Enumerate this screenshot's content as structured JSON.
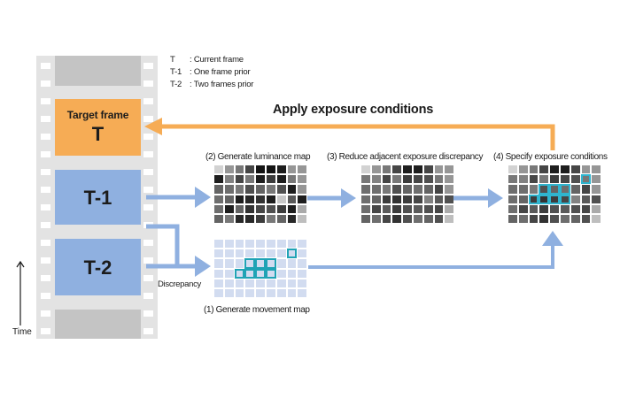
{
  "legend": [
    {
      "key": "T",
      "desc": ": Current frame"
    },
    {
      "key": "T-1",
      "desc": ": One frame prior"
    },
    {
      "key": "T-2",
      "desc": ": Two frames prior"
    }
  ],
  "film": {
    "frames": [
      {
        "id": "prev-gray",
        "label": "",
        "sublabel": "",
        "color": "#c4c4c4"
      },
      {
        "id": "target",
        "sublabel": "Target frame",
        "label": "T",
        "color": "#f6ac55"
      },
      {
        "id": "t-minus-1",
        "sublabel": "",
        "label": "T-1",
        "color": "#8fb0e0"
      },
      {
        "id": "t-minus-2",
        "sublabel": "",
        "label": "T-2",
        "color": "#8fb0e0"
      },
      {
        "id": "next-gray",
        "label": "",
        "sublabel": "",
        "color": "#c4c4c4"
      }
    ]
  },
  "time_label": "Time",
  "discrepancy_label": "Discrepancy",
  "apply_label": "Apply exposure conditions",
  "steps": {
    "luminance": "(2) Generate luminance map",
    "reduce": "(3) Reduce adjacent exposure discrepancy",
    "specify": "(4) Specify exposure conditions",
    "movement": "(1) Generate movement map"
  },
  "colors": {
    "orange_arrow": "#f6ac55",
    "blue_arrow": "#8fb0e0",
    "highlight": "#2fb5cf",
    "movement_cell": "#d2dcf0"
  },
  "grids": {
    "rows": 6,
    "cols": 9,
    "luminance": [
      [
        210,
        150,
        120,
        70,
        20,
        20,
        30,
        150,
        150
      ],
      [
        30,
        130,
        70,
        120,
        30,
        60,
        30,
        120,
        150
      ],
      [
        100,
        110,
        120,
        80,
        100,
        120,
        80,
        30,
        150
      ],
      [
        110,
        100,
        30,
        40,
        50,
        30,
        200,
        90,
        30
      ],
      [
        110,
        30,
        100,
        50,
        70,
        80,
        60,
        30,
        170
      ],
      [
        100,
        120,
        40,
        40,
        60,
        120,
        100,
        40,
        190
      ]
    ],
    "reduced": [
      [
        210,
        150,
        120,
        70,
        30,
        30,
        70,
        150,
        150
      ],
      [
        120,
        130,
        70,
        120,
        60,
        70,
        80,
        120,
        150
      ],
      [
        110,
        110,
        120,
        80,
        100,
        110,
        100,
        70,
        150
      ],
      [
        110,
        100,
        60,
        50,
        60,
        70,
        130,
        90,
        80
      ],
      [
        110,
        70,
        90,
        60,
        80,
        90,
        80,
        70,
        170
      ],
      [
        100,
        110,
        70,
        50,
        80,
        110,
        100,
        80,
        190
      ]
    ],
    "specify": [
      [
        210,
        150,
        120,
        70,
        30,
        30,
        70,
        150,
        150
      ],
      [
        120,
        130,
        70,
        120,
        60,
        70,
        80,
        120,
        150
      ],
      [
        110,
        110,
        120,
        80,
        100,
        110,
        100,
        70,
        150
      ],
      [
        110,
        100,
        60,
        50,
        60,
        70,
        130,
        90,
        80
      ],
      [
        110,
        70,
        90,
        60,
        80,
        90,
        80,
        70,
        170
      ],
      [
        100,
        110,
        70,
        50,
        80,
        110,
        100,
        80,
        190
      ]
    ],
    "highlighted_cells": [
      [
        1,
        7
      ],
      [
        2,
        3
      ],
      [
        2,
        4
      ],
      [
        2,
        5
      ],
      [
        3,
        2
      ],
      [
        3,
        3
      ],
      [
        3,
        4
      ],
      [
        3,
        5
      ]
    ]
  }
}
